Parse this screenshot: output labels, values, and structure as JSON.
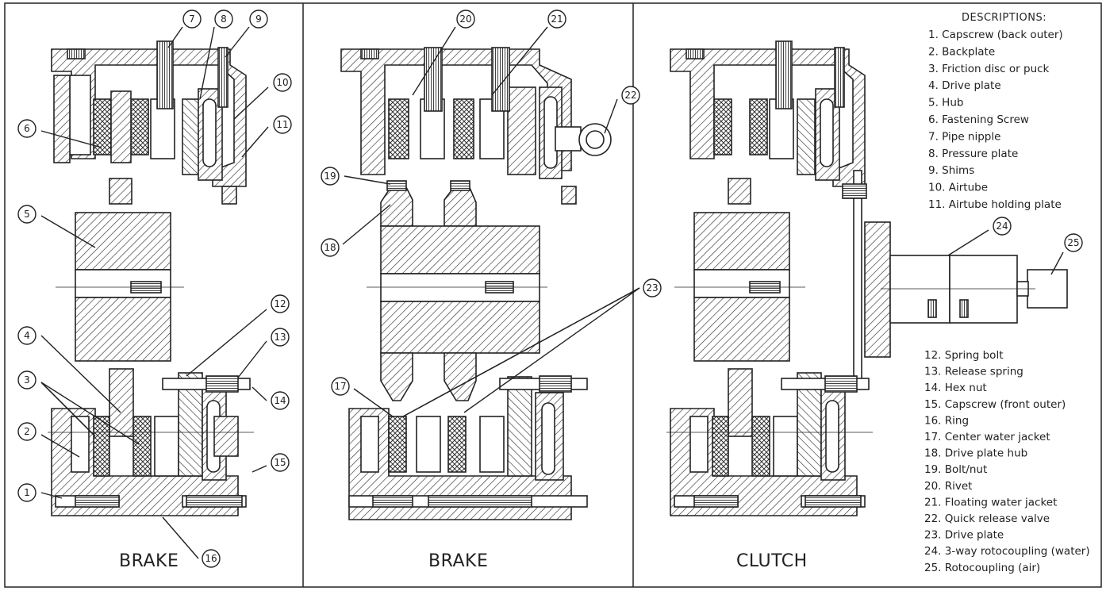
{
  "descriptions_title": "DESCRIPTIONS:",
  "descriptions_top": [
    "1.  Capscrew (back outer)",
    "2.  Backplate",
    "3.  Friction disc or puck",
    "4.  Drive plate",
    "5.  Hub",
    "6.  Fastening Screw",
    "7.  Pipe nipple",
    "8.  Pressure plate",
    "9.  Shims",
    "10. Airtube",
    "11. Airtube holding plate"
  ],
  "descriptions_bottom": [
    "12. Spring bolt",
    "13. Release spring",
    "14. Hex nut",
    "15. Capscrew (front outer)",
    "16. Ring",
    "17. Center water jacket",
    "18. Drive plate hub",
    "19. Bolt/nut",
    "20. Rivet",
    "21. Floating water jacket",
    "22. Quick release valve",
    "23. Drive plate",
    "24. 3-way rotocoupling (water)",
    "25. Rotocoupling (air)"
  ],
  "captions": {
    "left": "BRAKE",
    "middle": "BRAKE",
    "right": "CLUTCH"
  },
  "callouts": [
    "1",
    "2",
    "3",
    "4",
    "5",
    "6",
    "7",
    "8",
    "9",
    "10",
    "11",
    "12",
    "13",
    "14",
    "15",
    "16",
    "17",
    "18",
    "19",
    "20",
    "21",
    "22",
    "23",
    "24",
    "25"
  ]
}
